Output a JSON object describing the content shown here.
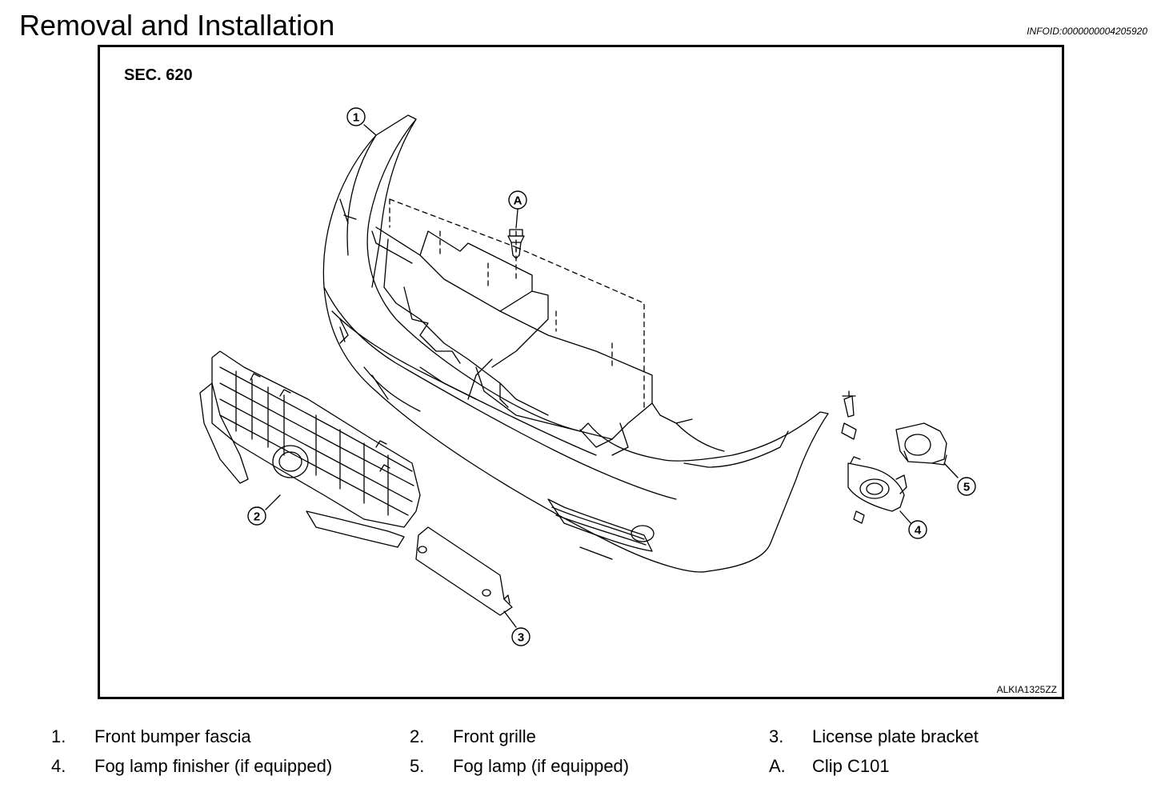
{
  "header": {
    "title": "Removal and Installation",
    "info_id": "INFOID:0000000004205920"
  },
  "figure": {
    "section": "SEC. 620",
    "code": "ALKIA1325ZZ",
    "callouts": [
      "1",
      "2",
      "3",
      "4",
      "5",
      "A"
    ]
  },
  "legend": [
    {
      "num": "1.",
      "label": "Front bumper fascia"
    },
    {
      "num": "2.",
      "label": "Front grille"
    },
    {
      "num": "3.",
      "label": "License plate bracket"
    },
    {
      "num": "4.",
      "label": "Fog lamp finisher (if equipped)"
    },
    {
      "num": "5.",
      "label": "Fog lamp (if equipped)"
    },
    {
      "num": "A.",
      "label": "Clip C101"
    }
  ]
}
